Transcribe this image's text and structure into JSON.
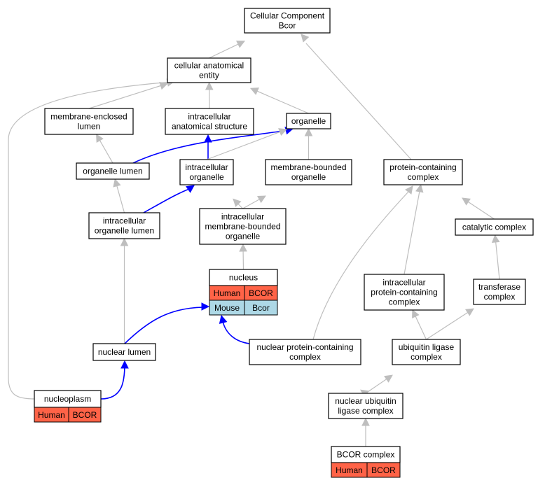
{
  "nodes": {
    "cc_bcor": {
      "lines": [
        "Cellular Component",
        "Bcor"
      ]
    },
    "cellular_anatomical_entity": {
      "lines": [
        "cellular anatomical",
        "entity"
      ]
    },
    "membrane_enclosed_lumen": {
      "lines": [
        "membrane-enclosed",
        "lumen"
      ]
    },
    "intracellular_anatomical_structure": {
      "lines": [
        "intracellular",
        "anatomical structure"
      ]
    },
    "organelle": {
      "lines": [
        "organelle"
      ]
    },
    "organelle_lumen": {
      "lines": [
        "organelle lumen"
      ]
    },
    "intracellular_organelle": {
      "lines": [
        "intracellular",
        "organelle"
      ]
    },
    "membrane_bounded_organelle": {
      "lines": [
        "membrane-bounded",
        "organelle"
      ]
    },
    "protein_containing_complex": {
      "lines": [
        "protein-containing",
        "complex"
      ]
    },
    "intracellular_organelle_lumen": {
      "lines": [
        "intracellular",
        "organelle lumen"
      ]
    },
    "intracellular_membrane_bounded_organelle": {
      "lines": [
        "intracellular",
        "membrane-bounded",
        "organelle"
      ]
    },
    "catalytic_complex": {
      "lines": [
        "catalytic complex"
      ]
    },
    "nucleus": {
      "lines": [
        "nucleus"
      ],
      "annotations": [
        [
          "Human",
          "BCOR"
        ],
        [
          "Mouse",
          "Bcor"
        ]
      ]
    },
    "intracellular_protein_containing_complex": {
      "lines": [
        "intracellular",
        "protein-containing",
        "complex"
      ]
    },
    "transferase_complex": {
      "lines": [
        "transferase",
        "complex"
      ]
    },
    "nuclear_lumen": {
      "lines": [
        "nuclear lumen"
      ]
    },
    "nuclear_protein_containing_complex": {
      "lines": [
        "nuclear protein-containing",
        "complex"
      ]
    },
    "ubiquitin_ligase_complex": {
      "lines": [
        "ubiquitin ligase",
        "complex"
      ]
    },
    "nucleoplasm": {
      "lines": [
        "nucleoplasm"
      ],
      "annotations": [
        [
          "Human",
          "BCOR"
        ]
      ]
    },
    "nuclear_ubiquitin_ligase_complex": {
      "lines": [
        "nuclear ubiquitin",
        "ligase complex"
      ]
    },
    "bcor_complex": {
      "lines": [
        "BCOR complex"
      ],
      "annotations": [
        [
          "Human",
          "BCOR"
        ]
      ]
    }
  },
  "edges": [
    {
      "from": "cellular_anatomical_entity",
      "to": "cc_bcor",
      "color": "gray"
    },
    {
      "from": "protein_containing_complex",
      "to": "cc_bcor",
      "color": "gray"
    },
    {
      "from": "membrane_enclosed_lumen",
      "to": "cellular_anatomical_entity",
      "color": "gray"
    },
    {
      "from": "intracellular_anatomical_structure",
      "to": "cellular_anatomical_entity",
      "color": "gray"
    },
    {
      "from": "organelle",
      "to": "cellular_anatomical_entity",
      "color": "gray"
    },
    {
      "from": "nucleoplasm",
      "to": "cellular_anatomical_entity",
      "color": "gray"
    },
    {
      "from": "organelle_lumen",
      "to": "membrane_enclosed_lumen",
      "color": "gray"
    },
    {
      "from": "intracellular_organelle",
      "to": "intracellular_anatomical_structure",
      "color": "blue"
    },
    {
      "from": "organelle_lumen",
      "to": "organelle",
      "color": "blue"
    },
    {
      "from": "intracellular_organelle",
      "to": "organelle",
      "color": "gray"
    },
    {
      "from": "membrane_bounded_organelle",
      "to": "organelle",
      "color": "gray"
    },
    {
      "from": "intracellular_organelle_lumen",
      "to": "organelle_lumen",
      "color": "gray"
    },
    {
      "from": "intracellular_organelle_lumen",
      "to": "intracellular_organelle",
      "color": "blue"
    },
    {
      "from": "intracellular_membrane_bounded_organelle",
      "to": "intracellular_organelle",
      "color": "gray"
    },
    {
      "from": "intracellular_membrane_bounded_organelle",
      "to": "membrane_bounded_organelle",
      "color": "gray"
    },
    {
      "from": "nucleus",
      "to": "intracellular_membrane_bounded_organelle",
      "color": "gray"
    },
    {
      "from": "nuclear_lumen",
      "to": "intracellular_organelle_lumen",
      "color": "gray"
    },
    {
      "from": "nuclear_lumen",
      "to": "nucleus",
      "color": "blue"
    },
    {
      "from": "nuclear_protein_containing_complex",
      "to": "nucleus",
      "color": "blue"
    },
    {
      "from": "nucleoplasm",
      "to": "nuclear_lumen",
      "color": "blue"
    },
    {
      "from": "nuclear_protein_containing_complex",
      "to": "protein_containing_complex",
      "color": "gray"
    },
    {
      "from": "intracellular_protein_containing_complex",
      "to": "protein_containing_complex",
      "color": "gray"
    },
    {
      "from": "catalytic_complex",
      "to": "protein_containing_complex",
      "color": "gray"
    },
    {
      "from": "transferase_complex",
      "to": "catalytic_complex",
      "color": "gray"
    },
    {
      "from": "ubiquitin_ligase_complex",
      "to": "intracellular_protein_containing_complex",
      "color": "gray"
    },
    {
      "from": "ubiquitin_ligase_complex",
      "to": "transferase_complex",
      "color": "gray"
    },
    {
      "from": "nuclear_ubiquitin_ligase_complex",
      "to": "nuclear_protein_containing_complex",
      "color": "gray"
    },
    {
      "from": "nuclear_ubiquitin_ligase_complex",
      "to": "ubiquitin_ligase_complex",
      "color": "gray"
    },
    {
      "from": "bcor_complex",
      "to": "nuclear_ubiquitin_ligase_complex",
      "color": "gray"
    }
  ]
}
